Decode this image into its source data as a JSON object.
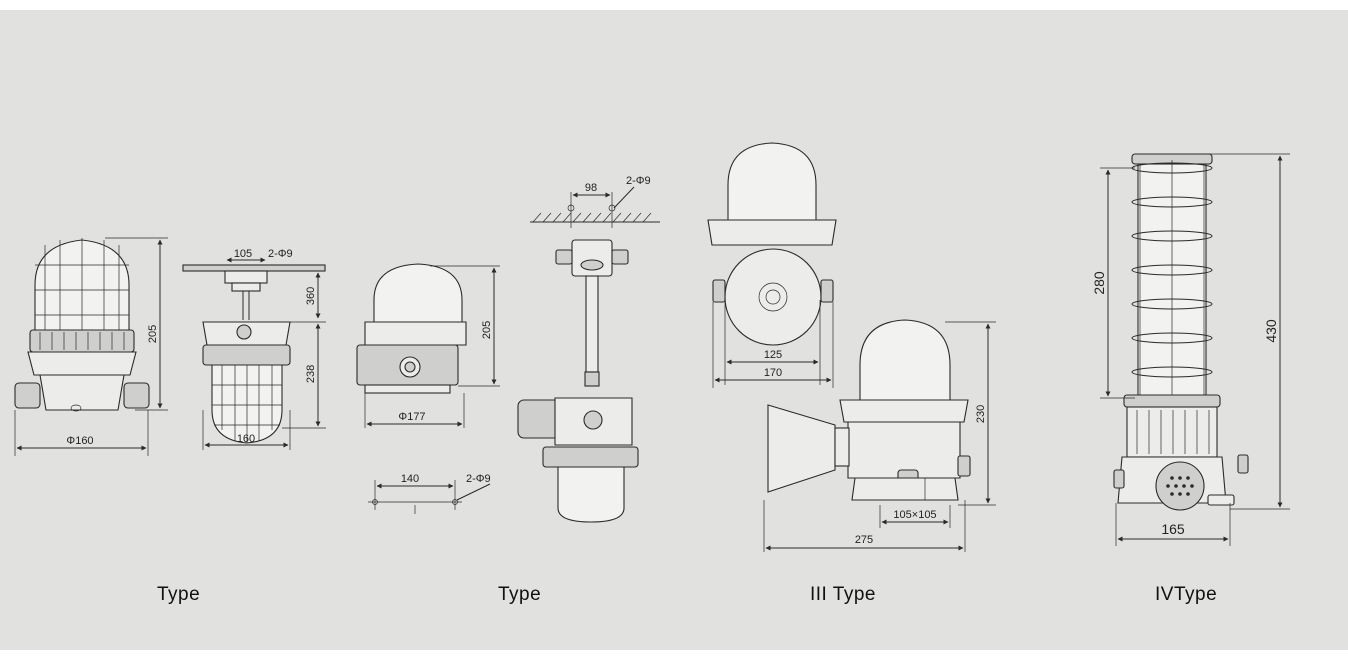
{
  "captions": {
    "type1": "Type",
    "type2": "Type",
    "type3": "III Type",
    "type4": "IVType"
  },
  "dimensions": {
    "t1_height": "205",
    "t1_width": "Φ160",
    "t1p_hole_spacing": "105",
    "t1p_holes": "2-Φ9",
    "t1p_rod": "360",
    "t1p_body": "238",
    "t1p_width": "160",
    "t2_height": "205",
    "t2_width": "Φ177",
    "t2_base_spacing": "140",
    "t2_base_holes": "2-Φ9",
    "t2p_hole_spacing": "98",
    "t2p_holes": "2-Φ9",
    "t3_inner": "125",
    "t3_outer": "170",
    "t3_height": "230",
    "t3_base": "105×105",
    "t3_length": "275",
    "t4_cage": "280",
    "t4_height": "430",
    "t4_width": "165"
  },
  "colors": {
    "background": "#e1e2e0",
    "line": "#2a2a2a"
  }
}
